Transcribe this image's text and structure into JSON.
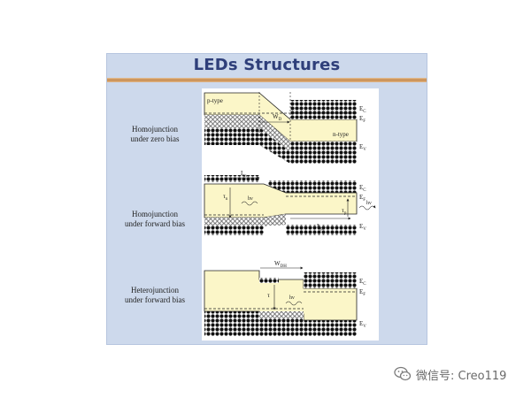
{
  "slide": {
    "title": "LEDs Structures",
    "colors": {
      "background": "#cdd9ec",
      "title": "#2f3f7a",
      "band": "#fbf6c8",
      "rule": "#c58a4e"
    }
  },
  "rows": [
    {
      "label_line1": "Homojunction",
      "label_line2": "under zero bias",
      "p_label": "p-type",
      "n_label": "n-type",
      "width_label": "W",
      "width_sub": "D",
      "ec": "E",
      "ec_sub": "C",
      "ef": "E",
      "ef_sub": "F",
      "ev": "E",
      "ev_sub": "V"
    },
    {
      "label_line1": "Homojunction",
      "label_line2": "under forward bias",
      "ln": "L",
      "ln_sub": "n",
      "tau_n": "τ",
      "tau_n_sub": "n",
      "tau_p": "τ",
      "tau_p_sub": "p",
      "lp": "L",
      "lp_sub": "p",
      "hv": "hν",
      "ec": "E",
      "ec_sub": "C",
      "ef": "E",
      "ef_sub": "F",
      "ev": "E",
      "ev_sub": "V"
    },
    {
      "label_line1": "Heterojunction",
      "label_line2": "under forward bias",
      "wdh": "W",
      "wdh_sub": "DH",
      "tau": "τ",
      "hv": "hν",
      "ec": "E",
      "ec_sub": "C",
      "ef": "E",
      "ef_sub": "F",
      "ev": "E",
      "ev_sub": "V"
    }
  ],
  "watermark": {
    "text": "微信号: Creo119",
    "icon": "wechat-icon"
  }
}
